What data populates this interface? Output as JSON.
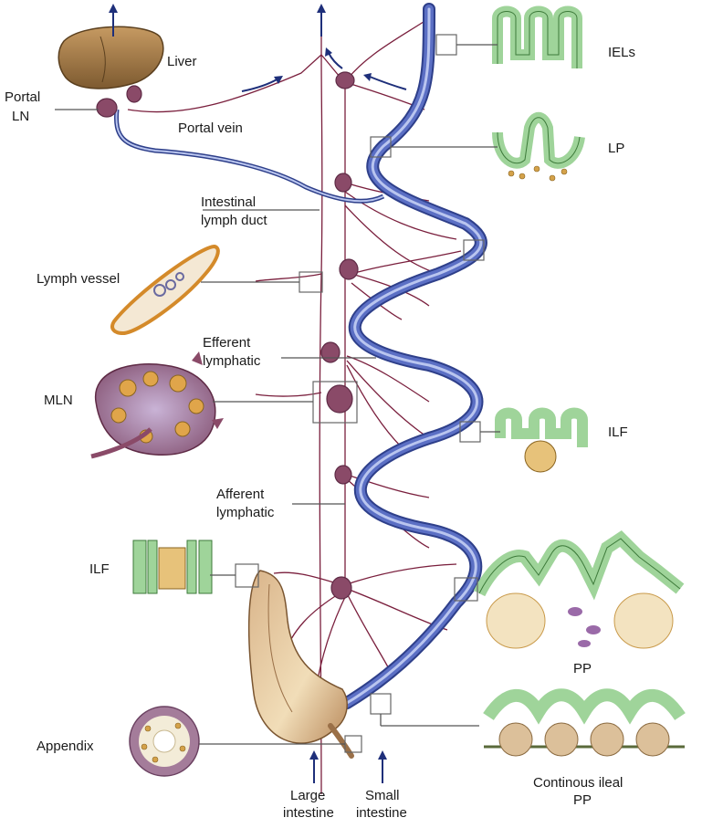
{
  "labels": {
    "liver": "Liver",
    "portal_ln_line1": "Portal",
    "portal_ln_line2": "LN",
    "portal_vein": "Portal vein",
    "intestinal_duct_line1": "Intestinal",
    "intestinal_duct_line2": "lymph duct",
    "lymph_vessel": "Lymph vessel",
    "efferent_line1": "Efferent",
    "efferent_line2": "lymphatic",
    "mln": "MLN",
    "afferent_line1": "Afferent",
    "afferent_line2": "lymphatic",
    "ilf_left": "ILF",
    "appendix": "Appendix",
    "large_intestine_line1": "Large",
    "large_intestine_line2": "intestine",
    "small_intestine_line1": "Small",
    "small_intestine_line2": "intestine",
    "iels": "IELs",
    "lp": "LP",
    "ilf_right": "ILF",
    "pp": "PP",
    "continuous_pp_line1": "Continous ileal",
    "continuous_pp_line2": "PP"
  },
  "colors": {
    "intestine_blue": "#4a5fb0",
    "intestine_highlight": "#b9c5ef",
    "lymphatic": "#7a1f3d",
    "lymph_node": "#8a4a68",
    "liver": "#a67c4a",
    "epithelium": "#9fd49a",
    "lymphocyte": "#d4a24a",
    "arrow": "#1e2f7a"
  }
}
